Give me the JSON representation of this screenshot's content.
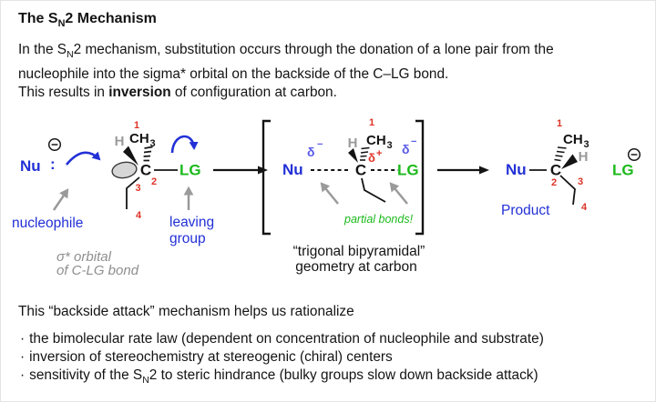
{
  "colors": {
    "blue": "#2230d6",
    "green": "#1cba1c",
    "red": "#dd3327",
    "gray": "#9a9a9a",
    "delta_blue": "#5a5ae8",
    "text": "#141414"
  },
  "header": {
    "title_pre": "The S",
    "title_sub": "N",
    "title_post": "2 Mechanism"
  },
  "intro": {
    "p1_line1_pre": "In the S",
    "p1_line1_sub": "N",
    "p1_line1_post": "2 mechanism, substitution occurs through the donation of a lone pair from the",
    "p1_line2": "nucleophile into the sigma* orbital on the backside of the C–LG bond.",
    "p2_pre": "This results in ",
    "p2_bold": "inversion",
    "p2_post": " of configuration at carbon."
  },
  "diagram": {
    "reactant": {
      "nu": "Nu",
      "lone_pair": ":",
      "h": "H",
      "ch": "CH",
      "ch_sub": "3",
      "one": "1",
      "c": "C",
      "two": "2",
      "three": "3",
      "four": "4",
      "lg": "LG"
    },
    "annotations": {
      "nucleophile": "nucleophile",
      "leaving1": "leaving",
      "leaving2": "group",
      "sigma1": "σ* orbital",
      "sigma2": "of C-LG bond"
    },
    "ts": {
      "nu": "Nu",
      "delta": "δ",
      "minus": "−",
      "plus": "+",
      "h": "H",
      "ch": "CH",
      "ch_sub": "3",
      "one": "1",
      "c": "C",
      "lg": "LG",
      "partial": "partial bonds!",
      "caption1": "“trigonal bipyramidal”",
      "caption2": "geometry at carbon"
    },
    "product": {
      "nu": "Nu",
      "h": "H",
      "ch": "CH",
      "ch_sub": "3",
      "one": "1",
      "c": "C",
      "two": "2",
      "three": "3",
      "four": "4",
      "lg": "LG",
      "label": "Product"
    }
  },
  "footer": {
    "lead": "This “backside attack” mechanism helps us rationalize",
    "bullet": "·",
    "items": [
      {
        "text": "the bimolecular rate law (dependent on concentration of nucleophile and substrate)"
      },
      {
        "text": "inversion of stereochemistry at stereogenic (chiral) centers"
      },
      {
        "pre": "sensitivity of the S",
        "sub": "N",
        "post": "2 to steric hindrance (bulky groups slow down backside attack)"
      }
    ]
  }
}
